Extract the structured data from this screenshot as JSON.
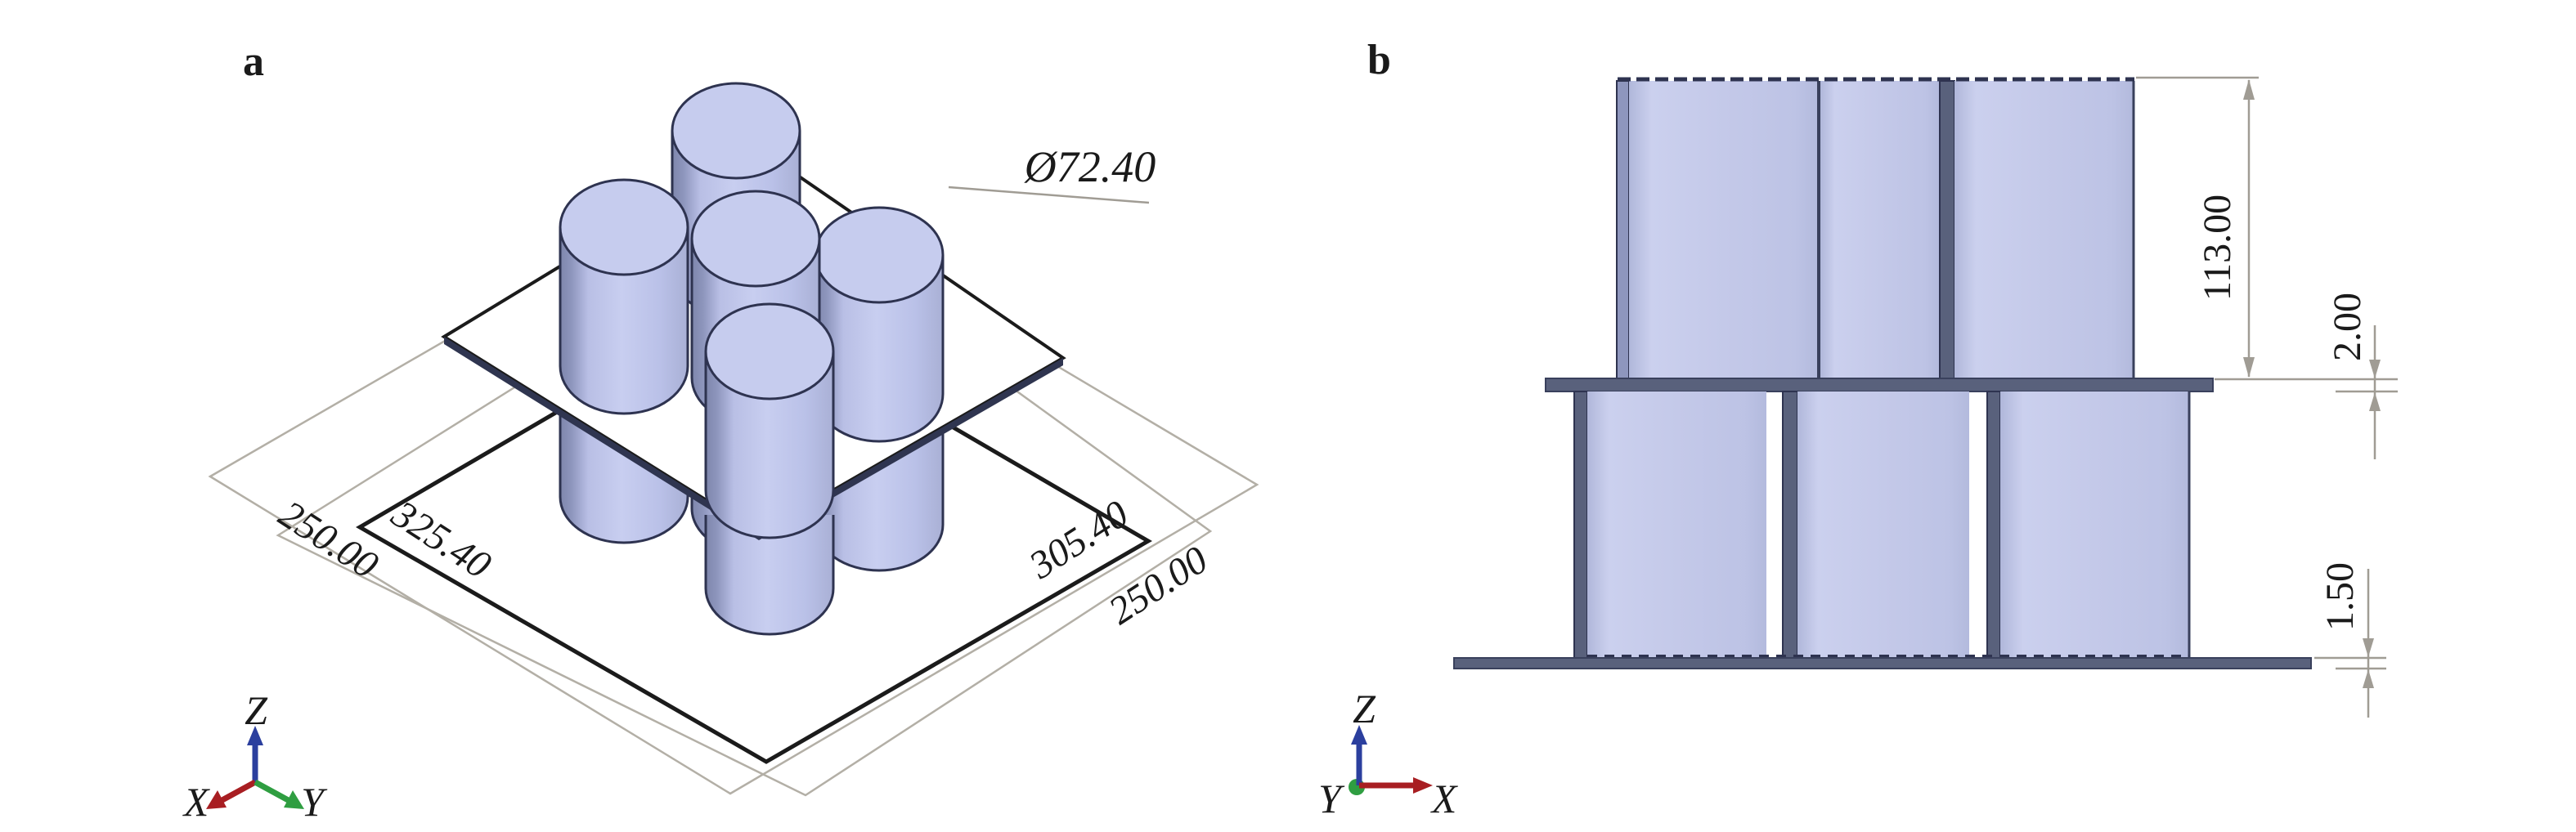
{
  "panel_a": {
    "label": "a",
    "dimensions": {
      "diameter": "Ø72.40",
      "outer_square_left": "250.00",
      "base_plate_width": "325.40",
      "base_plate_depth": "305.40",
      "outer_square_right": "250.00"
    },
    "axes": {
      "x": "X",
      "y": "Y",
      "z": "Z"
    }
  },
  "panel_b": {
    "label": "b",
    "dimensions": {
      "cylinder_height": "113.00",
      "mid_plate_thickness": "2.00",
      "base_plate_thickness": "1.50"
    },
    "axes": {
      "x": "X",
      "y": "Y",
      "z": "Z"
    }
  },
  "colors": {
    "background": "#ffffff",
    "text": "#1a1a1a",
    "cylinder_fill": "#c3c9ea",
    "cylinder_shade": "#8e96bd",
    "cylinder_outline": "#2e3350",
    "plate_dark": "#59617c",
    "plate_edge": "#39405c",
    "heavy_line": "#1b1b1b",
    "construction_line": "#b3afa6",
    "dim_line": "#a09c94",
    "axis_x": "#a81e22",
    "axis_y": "#2f9e41",
    "axis_z": "#2b3f9e"
  }
}
